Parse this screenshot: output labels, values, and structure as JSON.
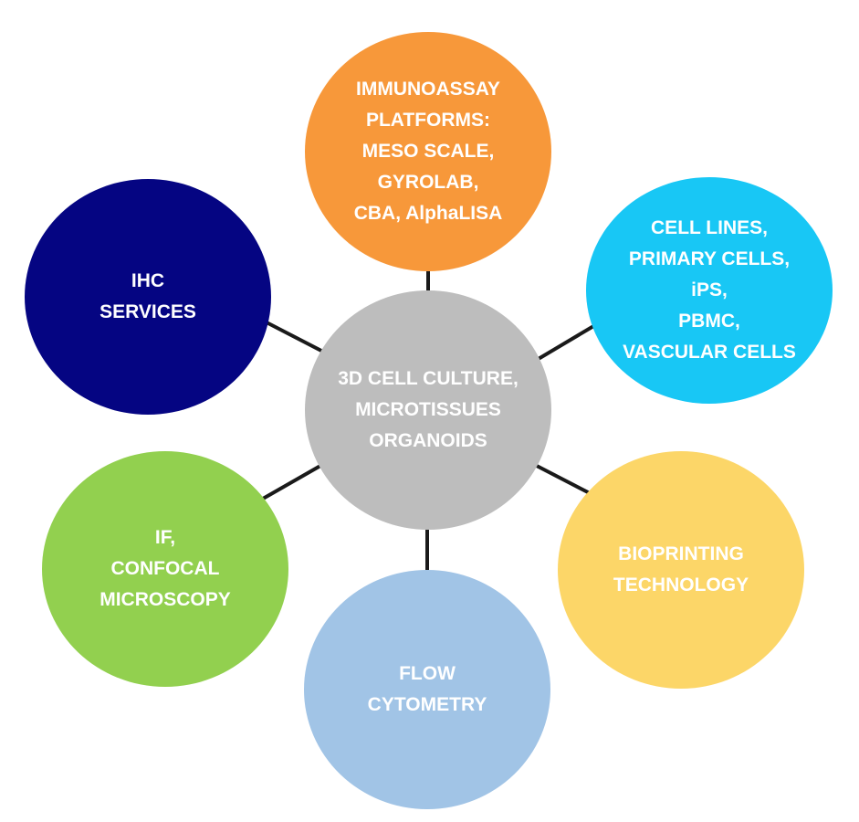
{
  "diagram": {
    "center": {
      "label": "3D CELL CULTURE,\nMICROTISSUES\nORGANOIDS",
      "color": "#bdbdbd"
    },
    "satellites": [
      {
        "id": "immunoassay",
        "label": "IMMUNOASSAY\nPLATFORMS:\nMESO SCALE,\nGYROLAB,\nCBA, AlphaLISA",
        "color": "#f7983a"
      },
      {
        "id": "cell-lines",
        "label": "CELL LINES,\nPRIMARY CELLS,\niPS,\nPBMC,\nVASCULAR CELLS",
        "color": "#18c7f5"
      },
      {
        "id": "bioprinting",
        "label": "BIOPRINTING\nTECHNOLOGY",
        "color": "#fcd668"
      },
      {
        "id": "flow-cytometry",
        "label": "FLOW\nCYTOMETRY",
        "color": "#a1c4e6"
      },
      {
        "id": "if-confocal",
        "label": "IF,\nCONFOCAL\nMICROSCOPY",
        "color": "#92d04f"
      },
      {
        "id": "ihc",
        "label": "IHC\nSERVICES",
        "color": "#050582"
      }
    ]
  }
}
